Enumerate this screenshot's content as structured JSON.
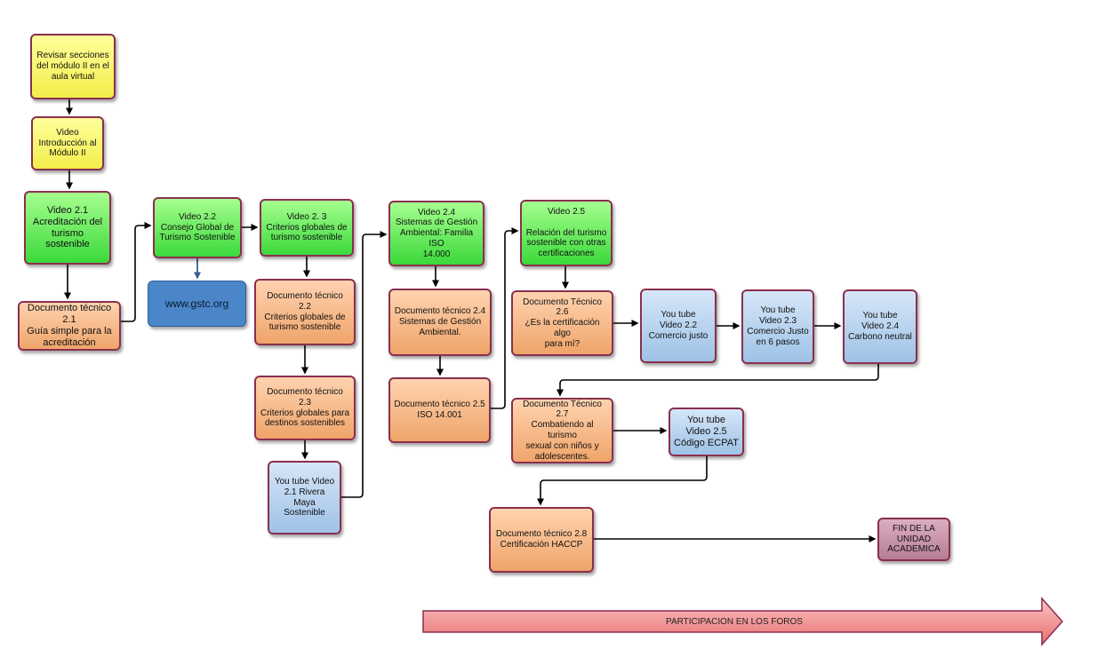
{
  "nodes": {
    "n1": "Revisar secciones\ndel módulo II en el\naula virtual",
    "n2": "Video\nIntroducción al\nMódulo II",
    "n3": "Video 2.1\nAcreditación del\nturismo sostenible",
    "n4": "Documento técnico 2.1\nGuía simple para la\nacreditación",
    "n5": "Video  2.2\nConsejo Global de\nTurismo Sostenible",
    "n6": "www.gstc.org",
    "n7": "Video  2. 3\nCriterios globales de\nturismo sostenible",
    "n8": "Documento técnico 2.2\nCriterios globales de\nturismo sostenible",
    "n9": "Documento técnico 2.3\nCriterios globales para\ndestinos sostenibles",
    "n10": "You tube Video\n2.1  Rivera\nMaya\nSostenible",
    "n11": "Video 2.4\nSistemas de Gestión\nAmbiental: Familia ISO\n14.000",
    "n12": "Documento técnico 2.4\nSistemas de Gestión\nAmbiental.",
    "n13": "Documento técnico 2.5\nISO 14.001",
    "n14": "Video 2.5\n\nRelación del turismo\nsostenible con otras\ncertificaciones",
    "n15": "Documento Técnico 2.6\n¿Es la certificación algo\npara mí?",
    "n16": "You tube\nVideo 2.2\nComercio justo",
    "n17": "You tube\nVideo 2.3\nComercio Justo\nen 6 pasos",
    "n18": "You tube\nVideo 2.4\nCarbono neutral",
    "n19": "Documento Técnico 2.7\nCombatiendo al turismo\nsexual con niños y\nadolescentes.",
    "n20": "You tube\nVideo 2.5\nCódigo ECPAT",
    "n21": "Documento técnico 2.8\nCertificación HACCP",
    "n22": "FIN DE LA\nUNIDAD\nACADEMICA"
  },
  "banner": "PARTICIPACION EN LOS FOROS",
  "colors": {
    "yellow": "#f7f26a",
    "green": "#5ee85a",
    "orange": "#f5b88a",
    "blue": "#a9c9ea",
    "mauve": "#c793a9",
    "link_blue": "#4a86c8",
    "border": "#8a2f4e",
    "banner_fill": "#f08a8a"
  }
}
